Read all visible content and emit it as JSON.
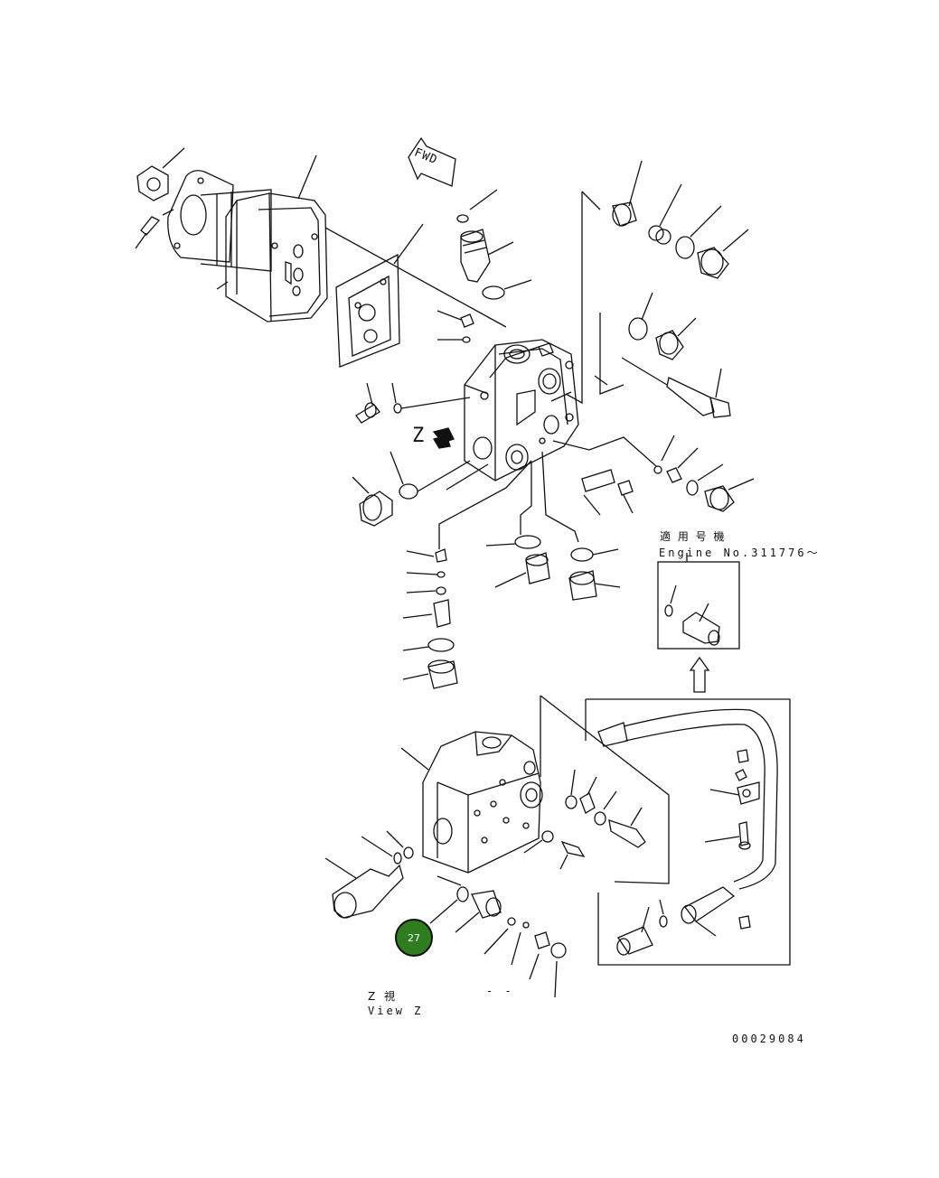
{
  "diagram": {
    "fwd_label": "FWD",
    "view_letter": "Z",
    "applicable_ja": "適 用 号 機",
    "engine_label": "Engine No.311776～",
    "view_z_ja": "Z  視",
    "view_z_en": "View Z",
    "dash_note": "- -",
    "catalog_number": "00029084",
    "callout": {
      "number": "27",
      "color": "#2e7d1f"
    }
  }
}
